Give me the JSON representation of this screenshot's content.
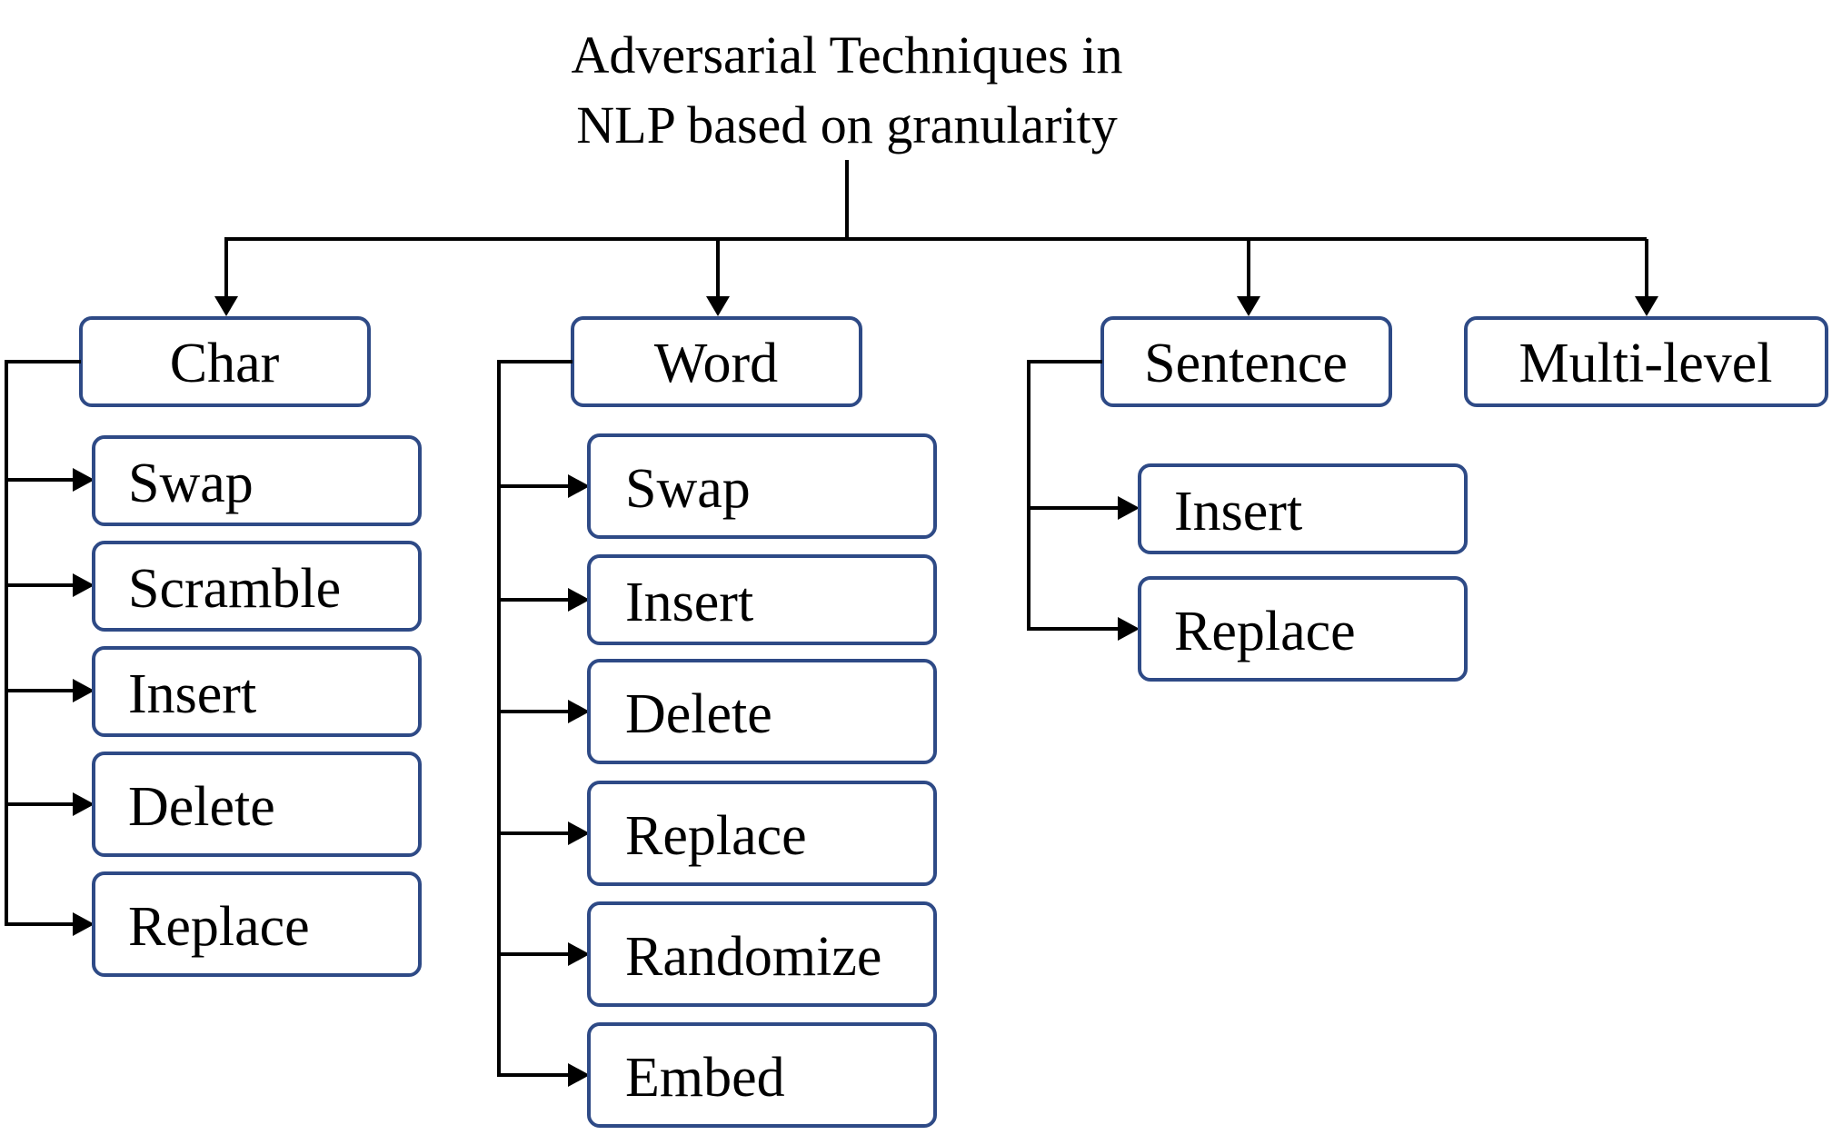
{
  "title_lines": [
    "Adversarial Techniques in",
    "NLP based on granularity"
  ],
  "categories": [
    {
      "label": "Char",
      "techniques": [
        "Swap",
        "Scramble",
        "Insert",
        "Delete",
        "Replace"
      ]
    },
    {
      "label": "Word",
      "techniques": [
        "Swap",
        "Insert",
        "Delete",
        "Replace",
        "Randomize",
        "Embed"
      ]
    },
    {
      "label": "Sentence",
      "techniques": [
        "Insert",
        "Replace"
      ]
    },
    {
      "label": "Multi-level",
      "techniques": []
    }
  ],
  "colors": {
    "box_border": "#2e4a86",
    "connector": "#000000",
    "background": "#ffffff",
    "text": "#000000"
  }
}
